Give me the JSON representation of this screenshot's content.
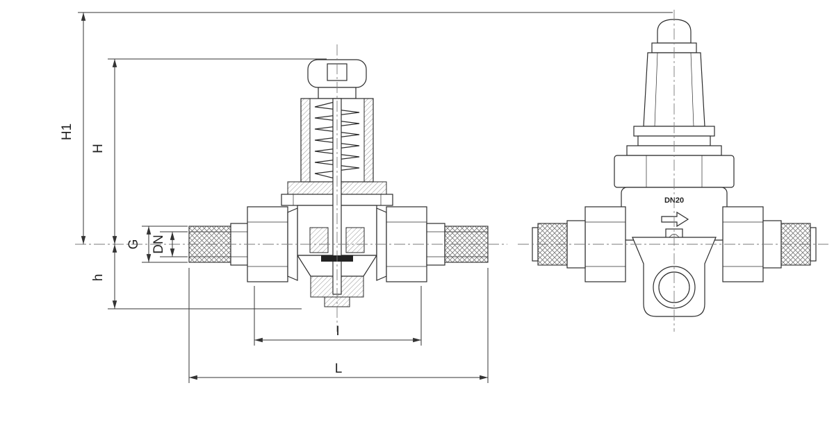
{
  "drawing": {
    "type": "technical-dimension-drawing",
    "subject": "pressure-reducing-valve",
    "views": {
      "left": "sectional-view",
      "right": "external-view"
    },
    "dimensions": {
      "H1": "H1",
      "H": "H",
      "G": "G",
      "DN": "DN",
      "h": "h",
      "I": "I",
      "L": "L"
    },
    "markings": {
      "size_label": "DN20"
    },
    "colors": {
      "line": "#2b2b2b",
      "dimension_line": "#333333",
      "centerline": "#7a7a7a",
      "background": "#ffffff"
    }
  }
}
